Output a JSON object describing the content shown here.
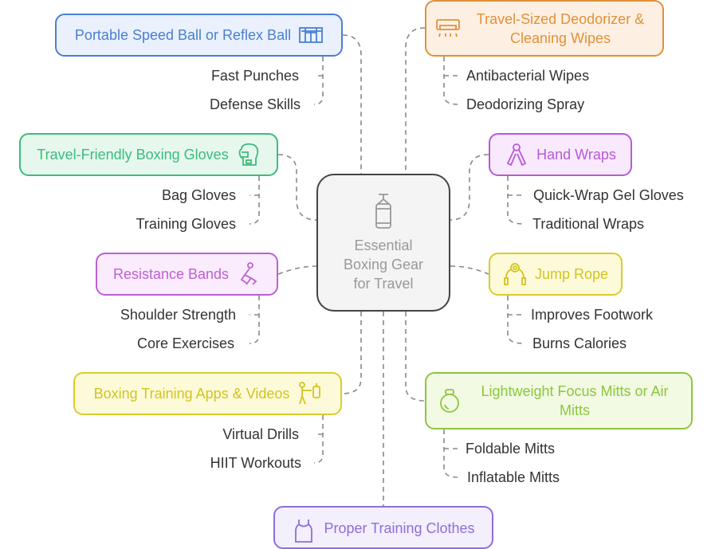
{
  "center": {
    "title": "Essential Boxing Gear for Travel",
    "icon": "punching-bag-icon"
  },
  "branches": [
    {
      "label": "Portable Speed Ball or Reflex Ball",
      "icon": "speed-ball-frame-icon",
      "color": "#4a7fd0",
      "fill": "#eaf1fc",
      "children": [
        "Fast Punches",
        "Defense Skills"
      ]
    },
    {
      "label": "Travel-Sized Deodorizer & Cleaning Wipes",
      "icon": "spray-dispenser-icon",
      "color": "#e0913a",
      "fill": "#fdf0e3",
      "children": [
        "Antibacterial Wipes",
        "Deodorizing Spray"
      ]
    },
    {
      "label": "Travel-Friendly Boxing Gloves",
      "icon": "boxing-glove-icon",
      "color": "#3dbb7a",
      "fill": "#e6f8ee",
      "children": [
        "Bag Gloves",
        "Training Gloves"
      ]
    },
    {
      "label": "Hand Wraps",
      "icon": "hand-grip-icon",
      "color": "#b65ad6",
      "fill": "#f9e9fc",
      "children": [
        "Quick-Wrap Gel Gloves",
        "Traditional Wraps"
      ]
    },
    {
      "label": "Resistance Bands",
      "icon": "stretching-person-icon",
      "color": "#bd5fd5",
      "fill": "#fbecfd",
      "children": [
        "Shoulder Strength",
        "Core Exercises"
      ]
    },
    {
      "label": "Jump Rope",
      "icon": "jump-rope-icon",
      "color": "#d2c420",
      "fill": "#fdfad9",
      "children": [
        "Improves Footwork",
        "Burns Calories"
      ]
    },
    {
      "label": "Boxing Training Apps & Videos",
      "icon": "boxer-training-icon",
      "color": "#d2c420",
      "fill": "#fdfad9",
      "children": [
        "Virtual Drills",
        "HIIT Workouts"
      ]
    },
    {
      "label": "Lightweight Focus Mitts or Air Mitts",
      "icon": "kettlebell-icon",
      "color": "#8cc63f",
      "fill": "#f2fae3",
      "children": [
        "Foldable Mitts",
        "Inflatable Mitts"
      ]
    },
    {
      "label": "Proper Training Clothes",
      "icon": "tank-top-icon",
      "color": "#8e6ed8",
      "fill": "#f3effd",
      "children": []
    }
  ]
}
